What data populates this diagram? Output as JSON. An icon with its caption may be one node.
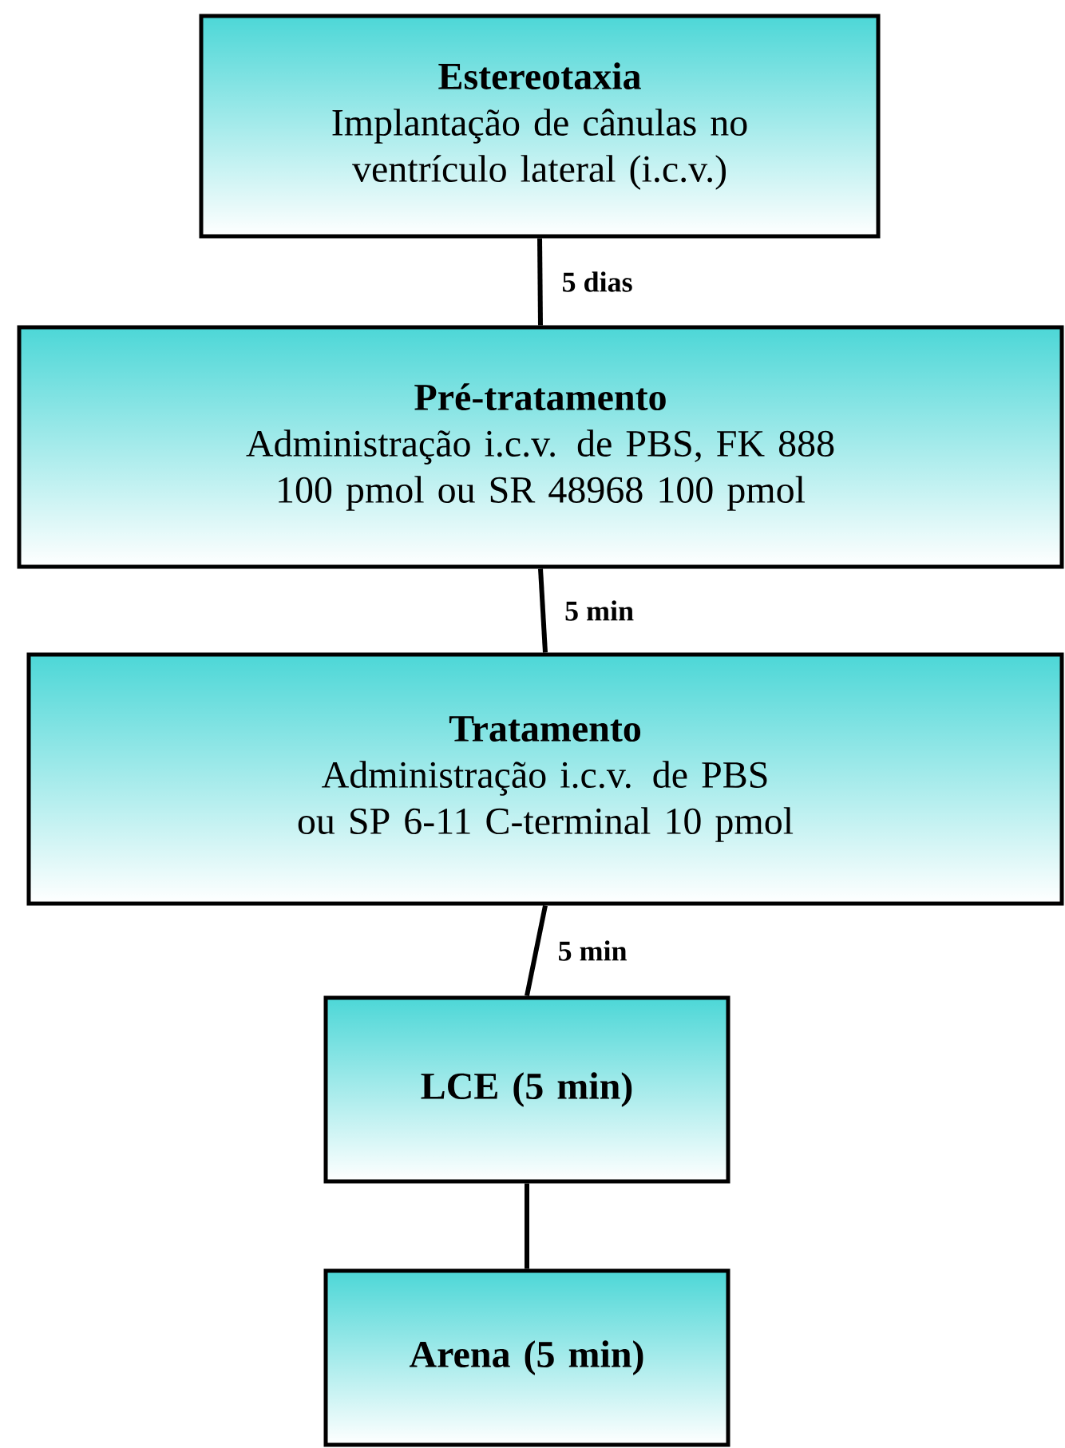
{
  "diagram": {
    "nodes": [
      {
        "text": [
          "Estereotaxia",
          "Implantação de cânulas no ventrículo lateral (i.c.v.)"
        ]
      },
      {
        "text": [
          "Pré-tratamento",
          "Administração i.c.v. de PBS, FK 888 100 pmol ou SR 48968 100 pmol"
        ]
      },
      {
        "text": [
          "Tratamento",
          "Administração i.c.v. de PBS ou SP 6-11 C-terminal 10 pmol"
        ]
      },
      {
        "text": [
          "LCE (5 min)"
        ]
      },
      {
        "text": [
          "Arena (5 min)"
        ]
      }
    ],
    "edges": [
      {
        "from": 0,
        "to": 1,
        "arrow": "none",
        "label": "5 dias"
      },
      {
        "from": 1,
        "to": 2,
        "arrow": "none",
        "label": "5 min"
      },
      {
        "from": 2,
        "to": 3,
        "arrow": "none",
        "label": "5 min"
      },
      {
        "from": 3,
        "to": 4,
        "arrow": "none"
      }
    ]
  }
}
